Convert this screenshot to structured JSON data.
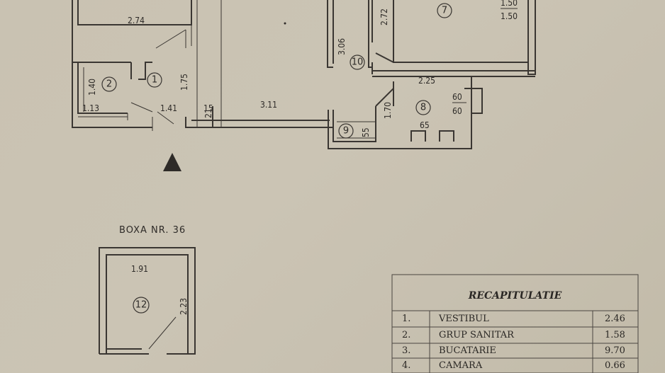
{
  "plan": {
    "dims": {
      "top_left_width": "2.74",
      "hall_height": "1.75",
      "bath_height": "1.40",
      "bath_width": "1.13",
      "hall_width": "1.41",
      "small_15": "15",
      "small_21": "21",
      "corridor_width": "3.11",
      "room10_height": "3.06",
      "room7_height": "2.72",
      "room7_a": "1.50",
      "room7_b": "1.50",
      "room8_width": "2.25",
      "room8_height": "1.70",
      "room8_60a": "60",
      "room8_60b": "60",
      "room8_65": "65",
      "room9_55": "55"
    },
    "rooms": [
      "1",
      "2",
      "7",
      "8",
      "9",
      "10"
    ]
  },
  "storage": {
    "title": "BOXA NR. 36",
    "width": "1.91",
    "height": "2.23",
    "room": "12"
  },
  "summary": {
    "title": "RECAPITULATIE",
    "rows": [
      {
        "idx": "1.",
        "name": "VESTIBUL",
        "area": "2.46"
      },
      {
        "idx": "2.",
        "name": "GRUP SANITAR",
        "area": "1.58"
      },
      {
        "idx": "3.",
        "name": "BUCATARIE",
        "area": "9.70"
      },
      {
        "idx": "4.",
        "name": "CAMARA",
        "area": "0.66"
      }
    ]
  }
}
